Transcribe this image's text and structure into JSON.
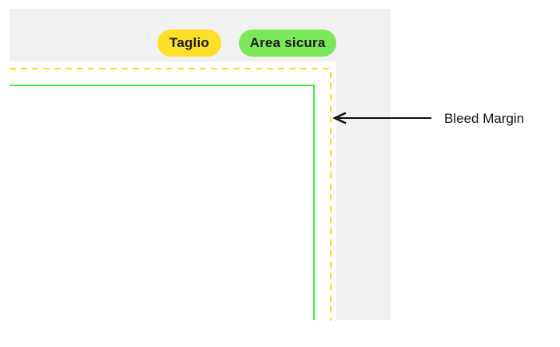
{
  "legend": {
    "trim_badge": "Taglio",
    "safe_area_badge": "Area sicura"
  },
  "annotation": {
    "bleed_margin_label": "Bleed Margin"
  },
  "colors": {
    "bleed_area_gray": "#F1F1F1",
    "trim_badge_yellow": "#FFDF29",
    "trim_line_yellow": "#FFD91B",
    "safe_badge_green": "#7BE85C",
    "safe_line_green": "#3DED3D",
    "arrow_black": "#0D0D0D",
    "label_text": "#141414"
  }
}
